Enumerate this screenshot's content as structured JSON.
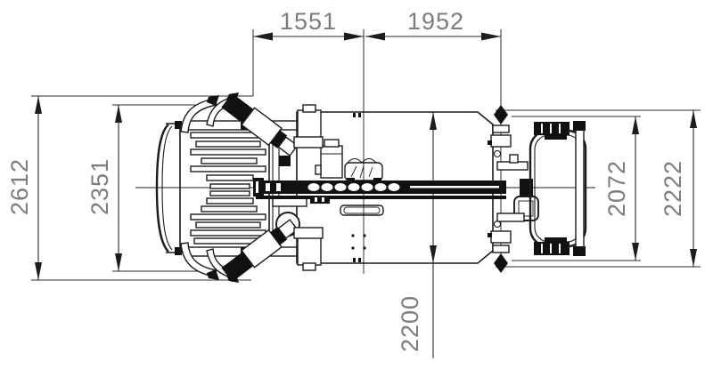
{
  "drawing": {
    "background": "#ffffff",
    "line_color": "#1c1c1c",
    "dim_line_color": "#2b2b2b",
    "dim_text_color": "#7c7c7c",
    "dims": {
      "top": [
        {
          "label": "1551"
        },
        {
          "label": "1952"
        }
      ],
      "left": [
        {
          "label": "2612"
        },
        {
          "label": "2351"
        }
      ],
      "right": [
        {
          "label": "2072"
        },
        {
          "label": "2222"
        }
      ],
      "bottom": [
        {
          "label": "2200"
        }
      ]
    }
  }
}
